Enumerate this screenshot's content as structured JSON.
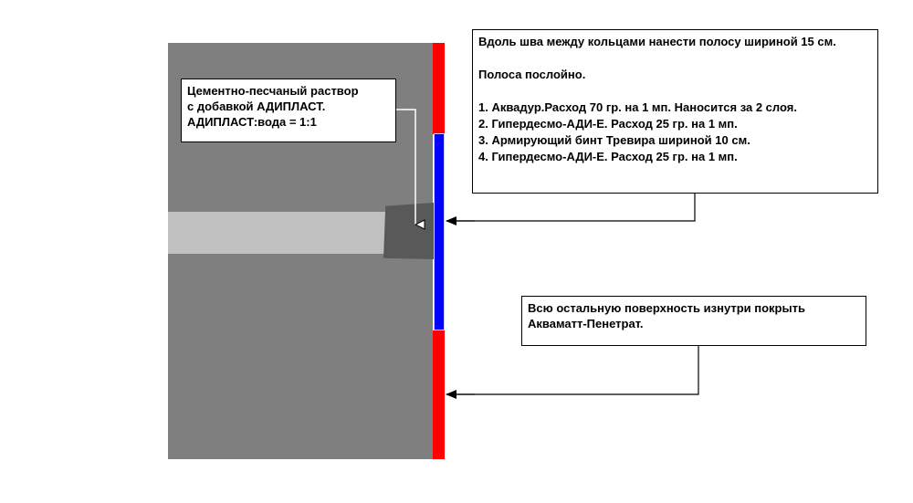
{
  "colors": {
    "wall": "#7f7f7f",
    "pipe": "#c0c0c0",
    "mortar": "#595959",
    "coating": "#ff0000",
    "seam_strip": "#0000ff"
  },
  "callouts": {
    "mortar": "Цементно-песчаный раствор\nс добавкой АДИПЛАСТ.\nАДИПЛАСТ:вода = 1:1",
    "seam": "Вдоль шва между кольцами нанести полосу шириной 15 см.\n\nПолоса послойно.\n\n1. Аквадур.Расход 70 гр. на 1 мп. Наносится за 2 слоя.\n2. Гипердесмо-АДИ-Е. Расход 25 гр. на 1 мп.\n3. Армирующий бинт Тревира шириной 10 см.\n4. Гипердесмо-АДИ-Е. Расход 25 гр. на 1 мп.",
    "surface": "Всю остальную поверхность изнутри покрыть\nАкваматт-Пенетрат."
  }
}
